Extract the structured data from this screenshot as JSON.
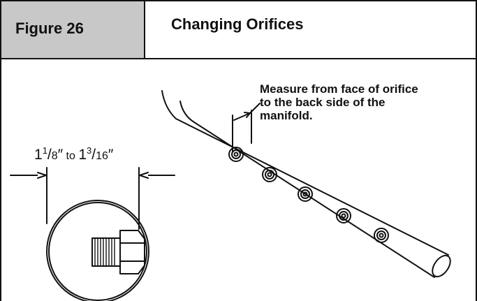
{
  "header": {
    "figure_label": "Figure 26",
    "title": "Changing Orifices"
  },
  "annotation": {
    "line1": "Measure from face of orifice",
    "line2": "to the back side of the",
    "line3": "manifold."
  },
  "dimension": {
    "whole1": "1",
    "num1": "1",
    "den1": "8",
    "mark1": "″",
    "sep": " to ",
    "whole2": "1",
    "num2": "3",
    "den2": "16",
    "mark2": "″"
  }
}
